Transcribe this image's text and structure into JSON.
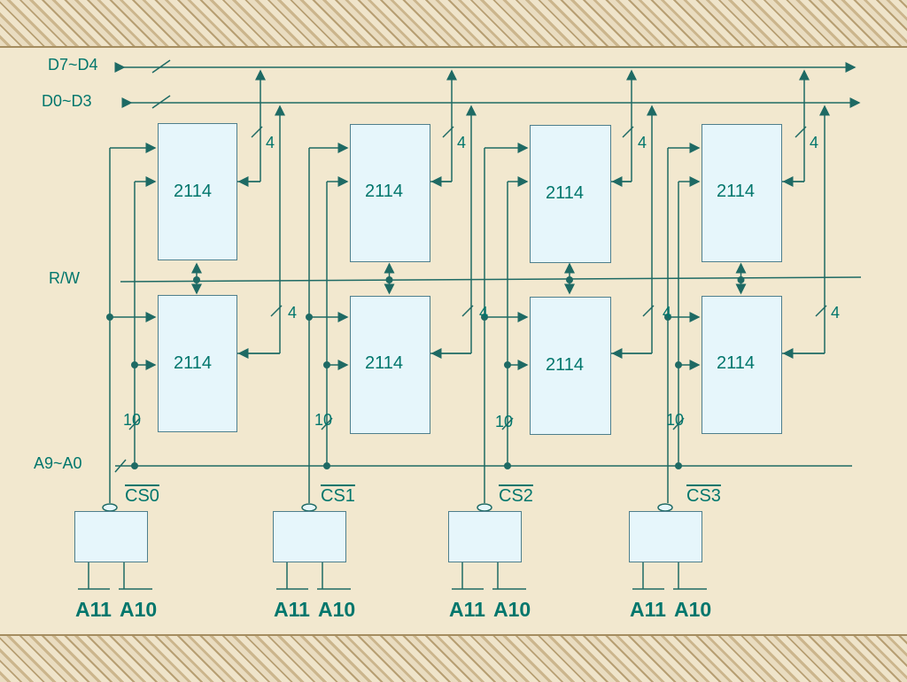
{
  "labels": {
    "d_high": "D7~D4",
    "d_low": "D0~D3",
    "rw": "R/W",
    "addr": "A9~A0",
    "width4": "4",
    "width10": "10",
    "a11": "A11",
    "a10": "A10"
  },
  "groups": [
    {
      "cs": "CS0",
      "chip_top": "2114",
      "chip_bottom": "2114"
    },
    {
      "cs": "CS1",
      "chip_top": "2114",
      "chip_bottom": "2114"
    },
    {
      "cs": "CS2",
      "chip_top": "2114",
      "chip_bottom": "2114"
    },
    {
      "cs": "CS3",
      "chip_top": "2114",
      "chip_bottom": "2114"
    }
  ],
  "colors": {
    "line": "#1e6a64",
    "text": "#00766c",
    "chip_fill": "#e6f6fb",
    "chip_border": "#4e7f8c"
  }
}
